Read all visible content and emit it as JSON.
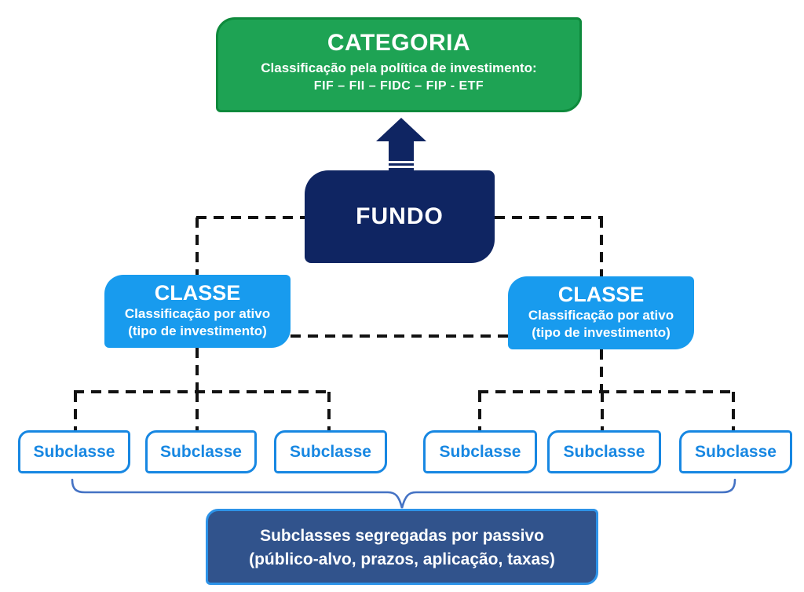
{
  "colors": {
    "green_fill": "#1EA354",
    "green_border": "#0E8A3C",
    "navy": "#0F2562",
    "classe_blue": "#189BEE",
    "subclasse_blue": "#1787E2",
    "bottom_fill": "#31538C",
    "bottom_border": "#2D93E8",
    "connector": "#121212",
    "brace_blue": "#4472C4",
    "text_white": "#FFFFFF"
  },
  "icons": {
    "up_arrow": "striped-up-arrow"
  },
  "categoria": {
    "title": "CATEGORIA",
    "subtitle": "Classificação pela política de investimento:",
    "items": "FIF – FII – FIDC – FIP - ETF"
  },
  "fundo": {
    "title": "FUNDO"
  },
  "classe_left": {
    "title": "CLASSE",
    "line1": "Classificação por ativo",
    "line2": "(tipo de investimento)"
  },
  "classe_right": {
    "title": "CLASSE",
    "line1": "Classificação por ativo",
    "line2": "(tipo de investimento)"
  },
  "subclasses": {
    "labels": [
      "Subclasse",
      "Subclasse",
      "Subclasse",
      "Subclasse",
      "Subclasse",
      "Subclasse"
    ]
  },
  "bottom_note": {
    "line1": "Subclasses segregadas por passivo",
    "line2": "(público-alvo, prazos, aplicação, taxas)"
  }
}
